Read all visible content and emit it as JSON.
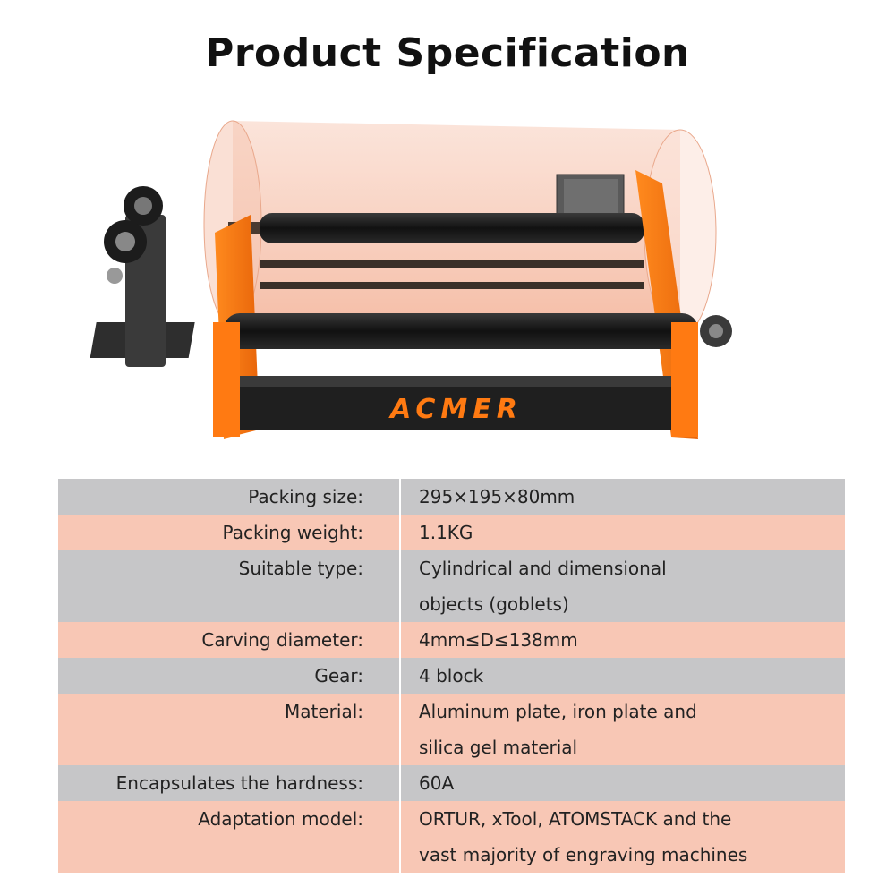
{
  "page": {
    "title": "Product Specification"
  },
  "product": {
    "logo_text": "ACMER",
    "colors": {
      "frame": "#ff7a12",
      "roller": "#1a1a1a",
      "glow": "#f4b49a"
    }
  },
  "specs": {
    "colors": {
      "gray_row": "#c6c6c8",
      "peach_row": "#f8c7b5"
    },
    "rows": [
      {
        "label": "Packing size:",
        "value": [
          "295×195×80mm"
        ]
      },
      {
        "label": "Packing weight:",
        "value": [
          "1.1KG"
        ]
      },
      {
        "label": "Suitable type:",
        "value": [
          "Cylindrical and dimensional",
          "objects (goblets)"
        ]
      },
      {
        "label": "Carving diameter:",
        "value": [
          "4mm≤D≤138mm"
        ]
      },
      {
        "label": "Gear:",
        "value": [
          "4 block"
        ]
      },
      {
        "label": "Material:",
        "value": [
          "Aluminum plate, iron plate and",
          "silica gel material"
        ]
      },
      {
        "label": "Encapsulates the hardness:",
        "value": [
          "60A"
        ]
      },
      {
        "label": "Adaptation model:",
        "value": [
          "ORTUR, xTool, ATOMSTACK and the",
          "vast majority of engraving machines"
        ]
      }
    ]
  }
}
